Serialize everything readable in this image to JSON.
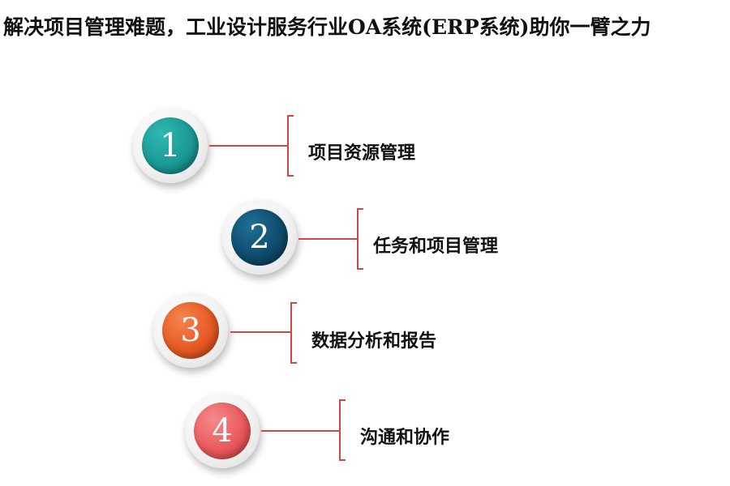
{
  "title": "解决项目管理难题，工业设计服务行业OA系统(ERP系统)助你一臂之力",
  "items": [
    {
      "number": "1",
      "label": "项目资源管理",
      "color": "#1a9a94"
    },
    {
      "number": "2",
      "label": "任务和项目管理",
      "color": "#0f4c6e"
    },
    {
      "number": "3",
      "label": "数据分析和报告",
      "color": "#e65a24"
    },
    {
      "number": "4",
      "label": "沟通和协作",
      "color": "#ea5a5c"
    }
  ]
}
